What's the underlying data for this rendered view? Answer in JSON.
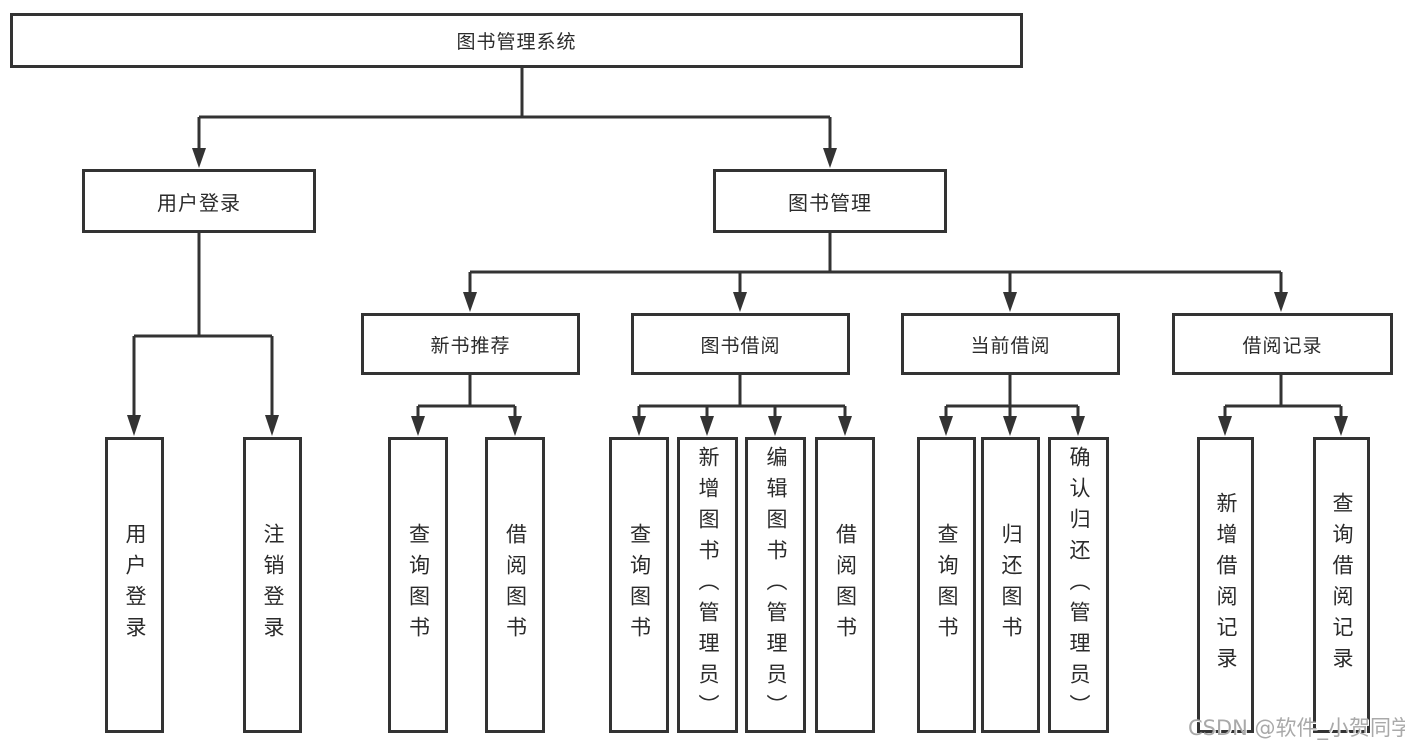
{
  "tree": {
    "root": {
      "label": "图书管理系统",
      "children": [
        {
          "label": "用户登录",
          "children": [
            {
              "label": "用户登录"
            },
            {
              "label": "注销登录"
            }
          ]
        },
        {
          "label": "图书管理",
          "children": [
            {
              "label": "新书推荐",
              "children": [
                {
                  "label": "查询图书"
                },
                {
                  "label": "借阅图书"
                }
              ]
            },
            {
              "label": "图书借阅",
              "children": [
                {
                  "label": "查询图书"
                },
                {
                  "label": "新增图书（管理员）"
                },
                {
                  "label": "编辑图书（管理员）"
                },
                {
                  "label": "借阅图书"
                }
              ]
            },
            {
              "label": "当前借阅",
              "children": [
                {
                  "label": "查询图书"
                },
                {
                  "label": "归还图书"
                },
                {
                  "label": "确认归还（管理员）"
                }
              ]
            },
            {
              "label": "借阅记录",
              "children": [
                {
                  "label": "新增借阅记录"
                },
                {
                  "label": "查询借阅记录"
                }
              ]
            }
          ]
        }
      ]
    }
  },
  "watermark": {
    "text": "CSDN @软件_小贺同学"
  },
  "colors": {
    "line": "#333333",
    "box_border": "#333333",
    "text": "#2b2b2b",
    "background": "#ffffff",
    "watermark": "#a9a9a9"
  }
}
